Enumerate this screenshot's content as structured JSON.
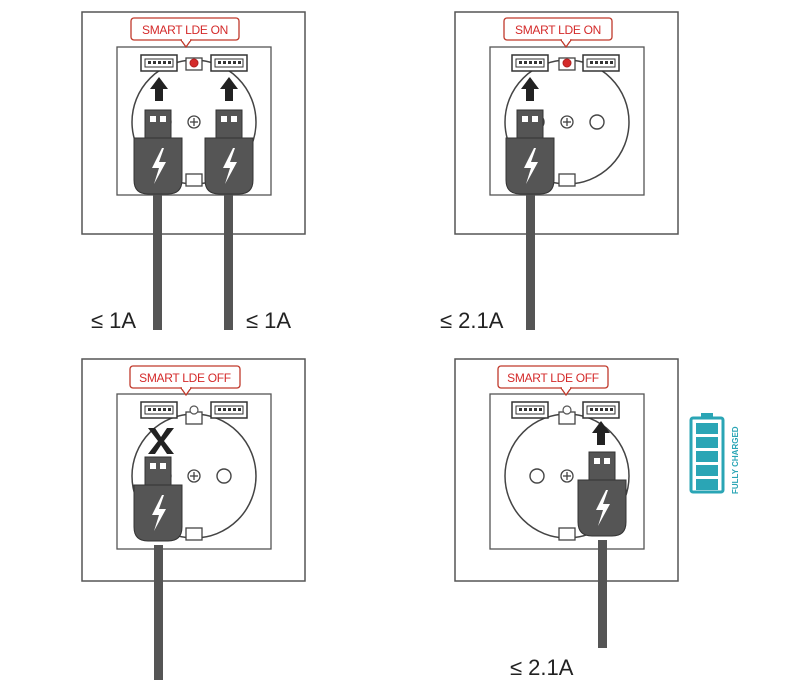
{
  "panels": [
    {
      "badge": "SMART LDE ON",
      "led_on": true,
      "labels": [
        "≤ 1A",
        "≤ 1A"
      ]
    },
    {
      "badge": "SMART LDE ON",
      "led_on": true,
      "labels": [
        "≤ 2.1A"
      ]
    },
    {
      "badge": "SMART LDE OFF",
      "led_on": false,
      "labels": []
    },
    {
      "badge": "SMART LDE OFF",
      "led_on": false,
      "labels": [
        "≤ 2.1A"
      ]
    }
  ],
  "battery": {
    "status": "FULLY CHARGED",
    "level_fraction": 1.0
  },
  "colors": {
    "badge": "#d42a2a",
    "led_on": "#d42a2a",
    "plug": "#555555",
    "battery": "#2aa5b5"
  },
  "icons": {
    "blocked": "x-mark-icon",
    "charge": "lightning-bolt-icon",
    "direction": "arrow-up-icon"
  }
}
